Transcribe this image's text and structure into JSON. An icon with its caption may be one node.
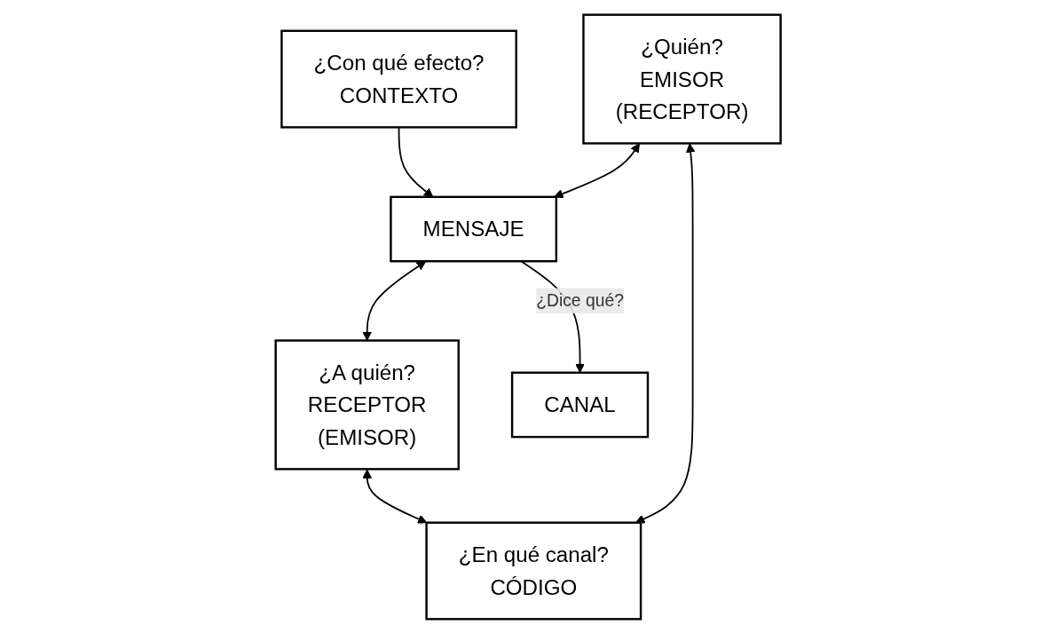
{
  "diagram": {
    "nodes": [
      {
        "text": [
          "¿Con qué efecto?",
          "CONTEXTO"
        ]
      },
      {
        "text": [
          "¿Quién?",
          "EMISOR",
          "(RECEPTOR)"
        ]
      },
      {
        "text": [
          "MENSAJE"
        ]
      },
      {
        "text": [
          "¿A quién?",
          "RECEPTOR",
          "(EMISOR)"
        ]
      },
      {
        "text": [
          "CANAL"
        ]
      },
      {
        "text": [
          "¿En qué canal?",
          "CÓDIGO"
        ]
      }
    ],
    "edges": [
      {
        "from": 0,
        "to": 2,
        "arrow": "to"
      },
      {
        "from": 1,
        "to": 2,
        "arrow": "both"
      },
      {
        "from": 2,
        "to": 3,
        "arrow": "both"
      },
      {
        "from": 2,
        "to": 4,
        "arrow": "to",
        "label": "¿Dice qué?"
      },
      {
        "from": 1,
        "to": 5,
        "arrow": "both"
      },
      {
        "from": 3,
        "to": 5,
        "arrow": "both"
      }
    ]
  }
}
